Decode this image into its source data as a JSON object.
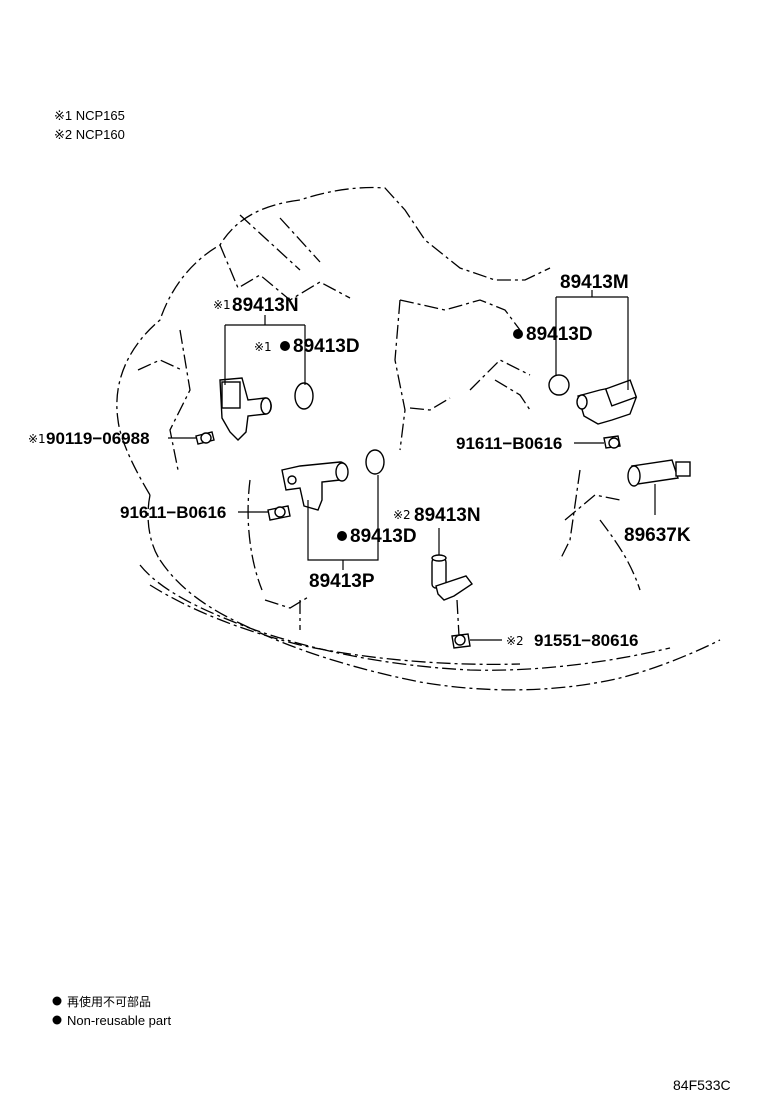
{
  "notes": {
    "note1": "※1 NCP165",
    "note2": "※2 NCP160"
  },
  "legend": {
    "line1": "再使用不可部品",
    "line2": "Non-reusable part"
  },
  "figure_code": "84F533C",
  "marks": {
    "m1": "※1",
    "m2": "※2"
  },
  "callouts": {
    "p89413N_top": "89413N",
    "p89413D_left": "89413D",
    "p90119": "90119−06988",
    "p91611_left": "91611−B0616",
    "p89413D_center": "89413D",
    "p89413P": "89413P",
    "p89413M": "89413M",
    "p89413D_right": "89413D",
    "p91611_right": "91611−B0616",
    "p89637K": "89637K",
    "p89413N_center": "89413N",
    "p91551": "91551−80616"
  }
}
